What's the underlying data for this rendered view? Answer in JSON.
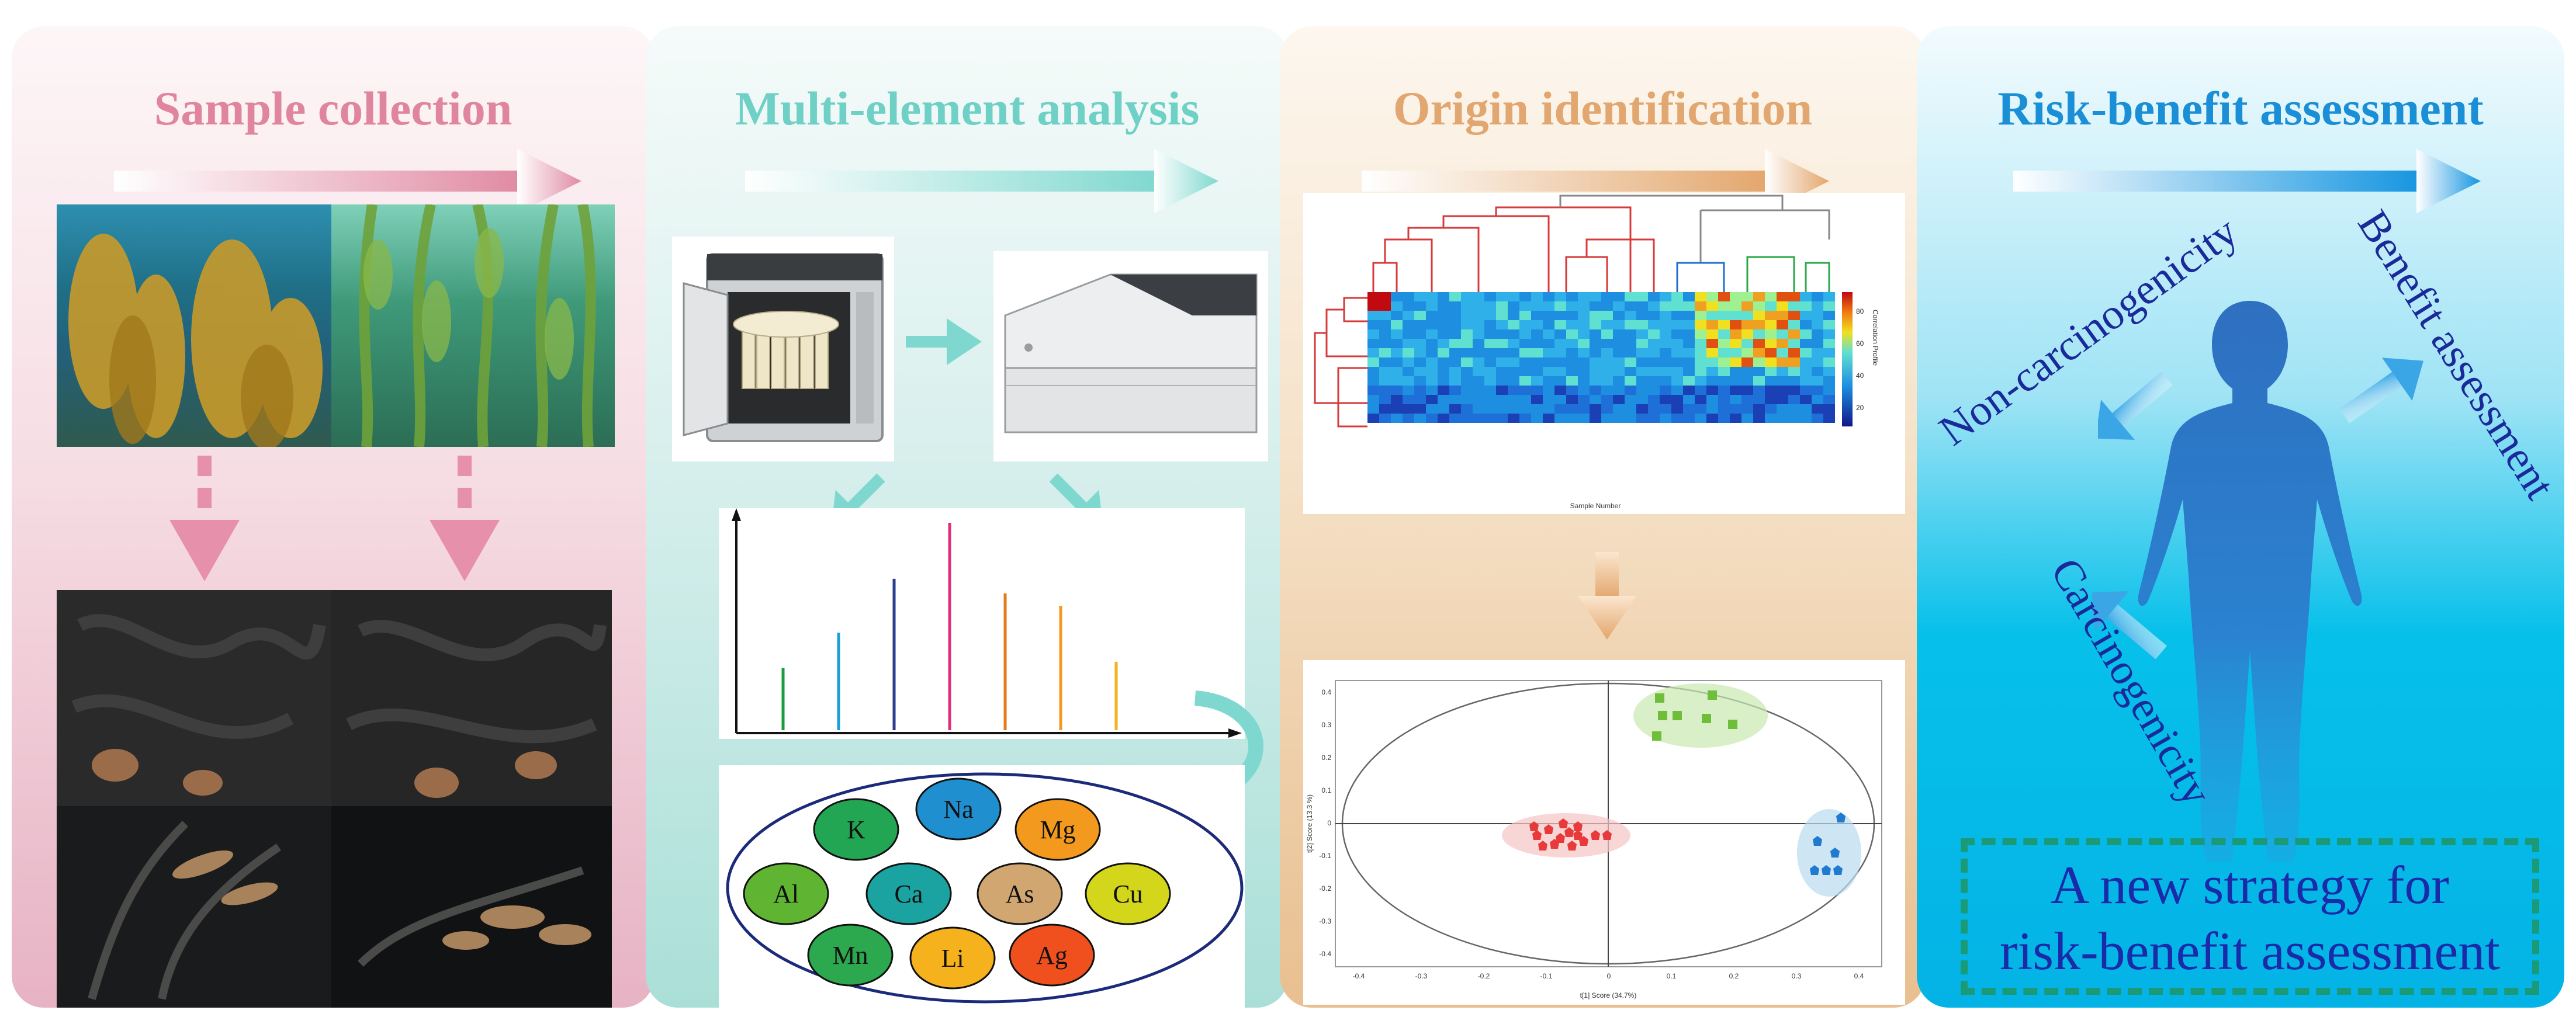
{
  "panels": {
    "sample_collection": {
      "title": "Sample collection",
      "title_color": "#e0859e",
      "arrow_color": "#e08aa3"
    },
    "multi_element_analysis": {
      "title": "Multi-element analysis",
      "title_color": "#6fd0c6",
      "arrow_color": "#7fd8cf",
      "elements": [
        {
          "symbol": "K",
          "color": "#22a653"
        },
        {
          "symbol": "Na",
          "color": "#1f8fd0"
        },
        {
          "symbol": "Mg",
          "color": "#f39a1e"
        },
        {
          "symbol": "Al",
          "color": "#5fb532"
        },
        {
          "symbol": "Ca",
          "color": "#1aa3a0"
        },
        {
          "symbol": "As",
          "color": "#d2a671"
        },
        {
          "symbol": "Cu",
          "color": "#d3d61a"
        },
        {
          "symbol": "Mn",
          "color": "#2ca84f"
        },
        {
          "symbol": "Li",
          "color": "#f5b21d"
        },
        {
          "symbol": "Ag",
          "color": "#f0501e"
        }
      ],
      "spectrum": {
        "peaks": [
          {
            "height": 0.3,
            "color": "#1a9b3c"
          },
          {
            "height": 0.47,
            "color": "#1aa0d9"
          },
          {
            "height": 0.73,
            "color": "#2a3d8f"
          },
          {
            "height": 1.0,
            "color": "#e0307c"
          },
          {
            "height": 0.66,
            "color": "#e57a1a"
          },
          {
            "height": 0.6,
            "color": "#f39a1e"
          },
          {
            "height": 0.33,
            "color": "#f5b21d"
          }
        ]
      }
    },
    "origin_identification": {
      "title": "Origin identification",
      "title_color": "#e2a670",
      "arrow_color": "#e3a66c",
      "heatmap": {
        "xlabel": "Sample Number",
        "colorbar_ticks": [
          "80",
          "60",
          "40",
          "20"
        ],
        "colorbar_label": "Correlation Profile"
      },
      "pca": {
        "xlabel": "t[1] Score (34.7%)",
        "ylabel": "t[2] Score (13.3 %)",
        "x_ticks": [
          "-0.4",
          "-0.3",
          "-0.2",
          "-0.1",
          "0",
          "0.1",
          "0.2",
          "0.3",
          "0.4"
        ],
        "y_ticks": [
          "0.4",
          "0.3",
          "0.2",
          "0.1",
          "0",
          "-0.1",
          "-0.2",
          "-0.3",
          "-0.4"
        ]
      }
    },
    "risk_benefit_assessment": {
      "title": "Risk-benefit assessment",
      "title_color": "#1a8fd6",
      "arrow_color": "#1595e0",
      "labels": {
        "non_carcinogenicity": "Non-carcinogenicity",
        "benefit_assessment": "Benefit assessment",
        "carcinogenicity": "Carcinogenicity"
      },
      "strategy_line1": "A new strategy for",
      "strategy_line2": "risk-benefit assessment"
    }
  }
}
